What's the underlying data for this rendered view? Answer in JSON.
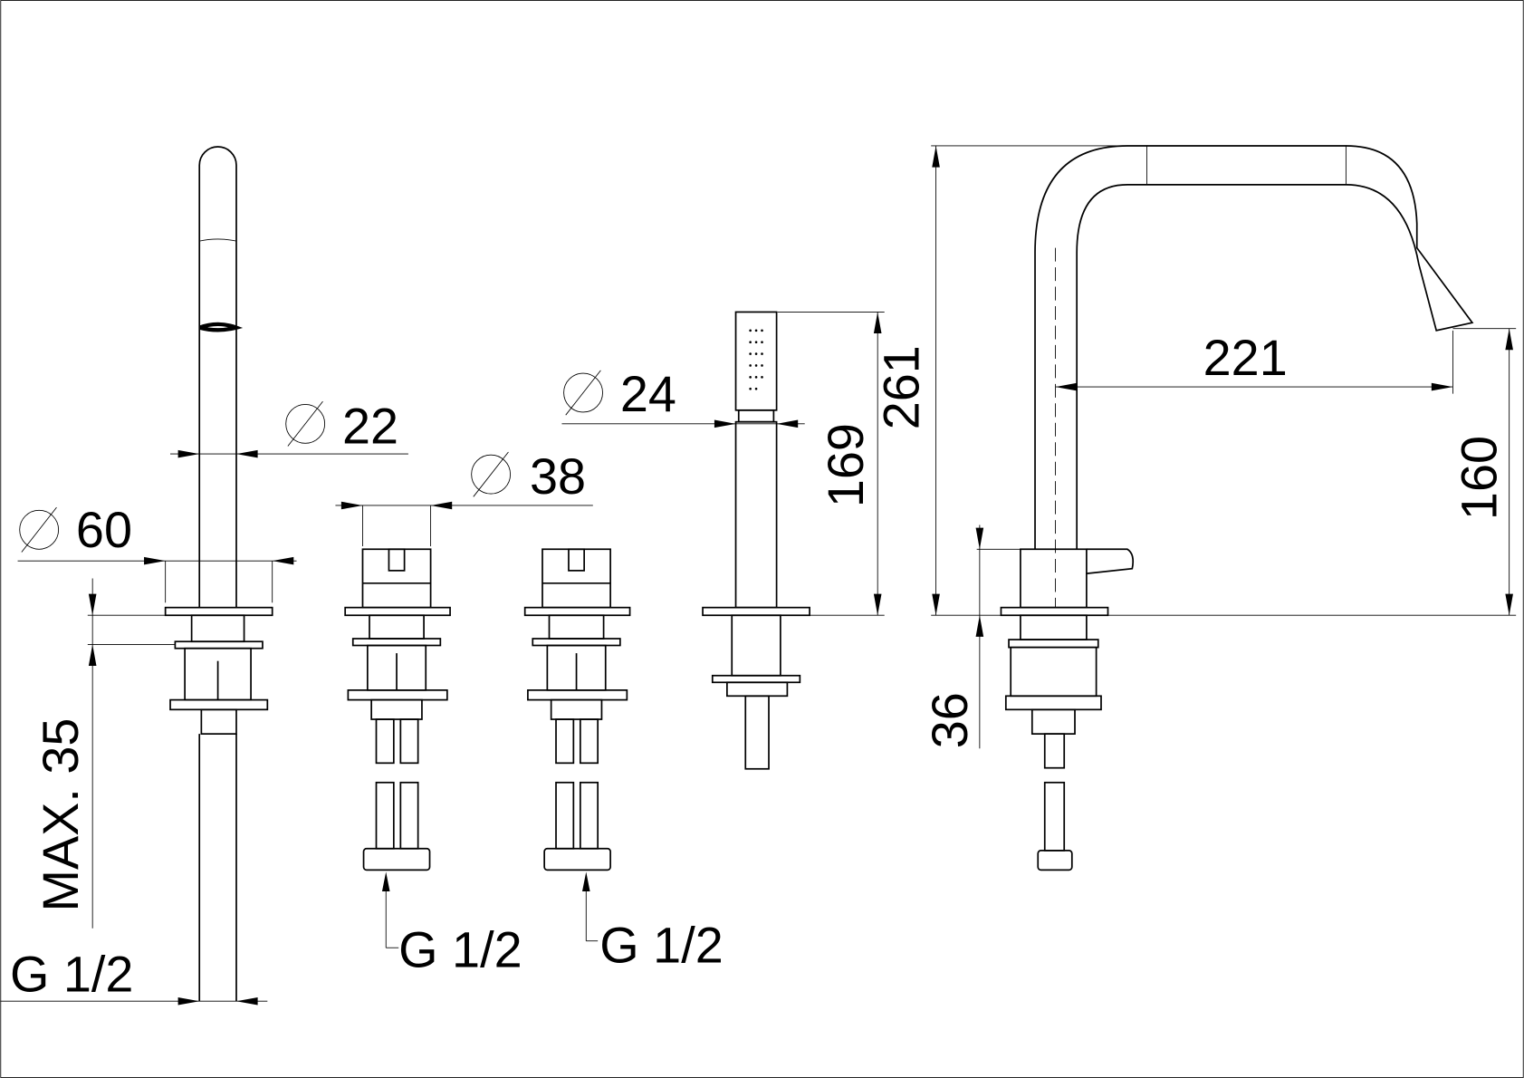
{
  "drawing": {
    "dimensions": {
      "d60": "60",
      "d22": "22",
      "d38": "38",
      "d24": "24",
      "h169": "169",
      "h261": "261",
      "w221": "221",
      "h160": "160",
      "h36": "36",
      "max35": "MAX. 35"
    },
    "threads": {
      "spout": "G 1/2",
      "valve_left": "G 1/2",
      "valve_right": "G 1/2"
    }
  }
}
